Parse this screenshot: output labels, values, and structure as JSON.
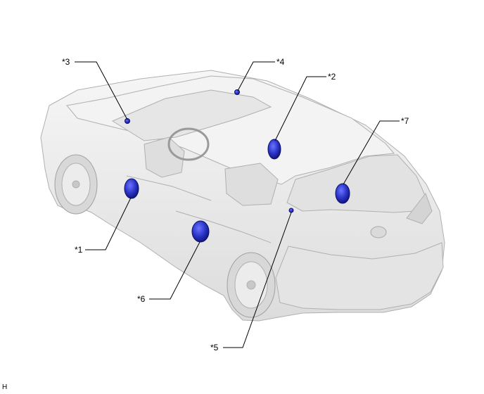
{
  "callouts": [
    {
      "id": "c1",
      "label": "*1"
    },
    {
      "id": "c2",
      "label": "*2"
    },
    {
      "id": "c3",
      "label": "*3"
    },
    {
      "id": "c4",
      "label": "*4"
    },
    {
      "id": "c5",
      "label": "*5"
    },
    {
      "id": "c6",
      "label": "*6"
    },
    {
      "id": "c7",
      "label": "*7"
    }
  ],
  "corner_code": "H",
  "colors": {
    "component_fill": "#2c34c8",
    "component_edge": "#0c1170",
    "leader_line": "#000000",
    "car_body": "#ededed",
    "car_outline": "#b4b4b4"
  }
}
